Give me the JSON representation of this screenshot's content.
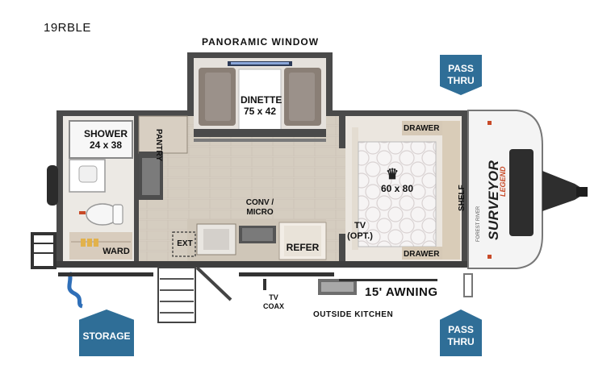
{
  "model": "19RBLE",
  "labels": {
    "panoramic_window": "PANORAMIC WINDOW",
    "dinette": "DINETTE",
    "dinette_size": "75 x 42",
    "shower": "SHOWER",
    "shower_size": "24 x 38",
    "pantry": "PANTRY",
    "drawer_top": "DRAWER",
    "drawer_bottom": "DRAWER",
    "bed_size": "60 x 80",
    "shelf": "SHELF",
    "conv_micro_1": "CONV /",
    "conv_micro_2": "MICRO",
    "ext": "EXT",
    "refer": "REFER",
    "tv": "TV",
    "tv_opt": "(OPT.)",
    "ward": "WARD",
    "awning": "15' AWNING",
    "tv_coax_1": "TV",
    "tv_coax_2": "COAX",
    "outside_kitchen": "OUTSIDE KITCHEN",
    "brand_small": "FOREST RIVER",
    "brand_name": "SURVEYOR",
    "brand_sub": "LEGEND"
  },
  "badges": {
    "pass_thru_top_1": "PASS",
    "pass_thru_top_2": "THRU",
    "storage": "STORAGE",
    "pass_thru_bottom_1": "PASS",
    "pass_thru_bottom_2": "THRU"
  },
  "colors": {
    "badge_blue": "#2f6e97",
    "wall_dark": "#4a4a4a",
    "floor": "#d9d2c6",
    "cabinet": "#cdbfae",
    "sofa": "#8a7f76",
    "bed_sheet": "#ffffff",
    "front_cap": "#f4f4f4"
  }
}
